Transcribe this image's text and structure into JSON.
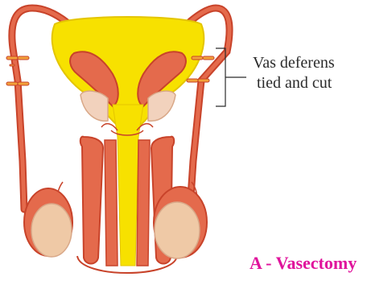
{
  "annotation": {
    "line1": "Vas deferens",
    "line2": "tied and cut"
  },
  "caption": "A - Vasectomy",
  "colors": {
    "outline": "#c8432a",
    "tissue": "#e46a4c",
    "bladder": "#f7e100",
    "testis": "#efc9a6",
    "prostate": "#f2d2bd",
    "caption": "#e0149c",
    "label": "#2b2b2b"
  }
}
